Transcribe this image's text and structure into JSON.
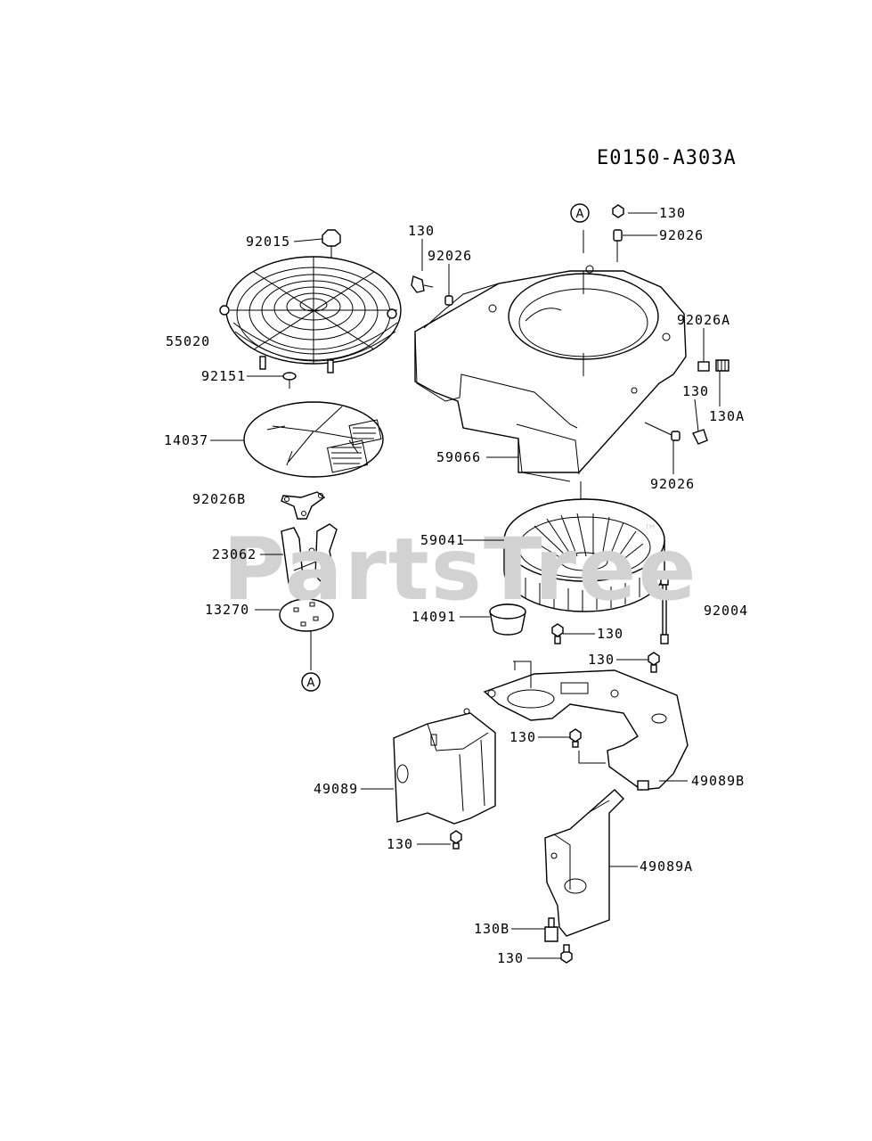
{
  "diagram_code": "E0150-A303A",
  "watermark": {
    "text": "PartsTree",
    "trademark": "™"
  },
  "ref_marks": [
    "A",
    "A"
  ],
  "parts": [
    {
      "id": "p-92015",
      "label": "92015"
    },
    {
      "id": "p-55020",
      "label": "55020"
    },
    {
      "id": "p-92151",
      "label": "92151"
    },
    {
      "id": "p-14037",
      "label": "14037"
    },
    {
      "id": "p-92026B",
      "label": "92026B"
    },
    {
      "id": "p-23062",
      "label": "23062"
    },
    {
      "id": "p-13270",
      "label": "13270"
    },
    {
      "id": "p-130-a",
      "label": "130"
    },
    {
      "id": "p-92026-a",
      "label": "92026"
    },
    {
      "id": "p-130-b",
      "label": "130"
    },
    {
      "id": "p-92026-b",
      "label": "92026"
    },
    {
      "id": "p-92026A",
      "label": "92026A"
    },
    {
      "id": "p-130-c",
      "label": "130"
    },
    {
      "id": "p-130A",
      "label": "130A"
    },
    {
      "id": "p-92026-c",
      "label": "92026"
    },
    {
      "id": "p-59066",
      "label": "59066"
    },
    {
      "id": "p-59041",
      "label": "59041"
    },
    {
      "id": "p-92004",
      "label": "92004"
    },
    {
      "id": "p-14091",
      "label": "14091"
    },
    {
      "id": "p-130-d",
      "label": "130"
    },
    {
      "id": "p-130-e",
      "label": "130"
    },
    {
      "id": "p-130-f",
      "label": "130"
    },
    {
      "id": "p-49089B",
      "label": "49089B"
    },
    {
      "id": "p-49089",
      "label": "49089"
    },
    {
      "id": "p-130-g",
      "label": "130"
    },
    {
      "id": "p-49089A",
      "label": "49089A"
    },
    {
      "id": "p-130B",
      "label": "130B"
    },
    {
      "id": "p-130-h",
      "label": "130"
    }
  ]
}
